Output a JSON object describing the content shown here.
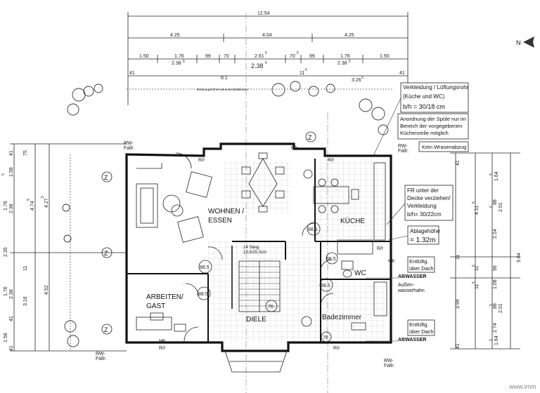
{
  "dimensions": {
    "top_total": "12.54",
    "top_row2": [
      "4.25",
      "4.04",
      "4.25"
    ],
    "top_row3": [
      "1.50",
      "1.76",
      "99",
      "70",
      "2.61",
      "70",
      "99",
      "1.76",
      "1.50"
    ],
    "top_row3_sups": [
      "5",
      "5"
    ],
    "top_row4": [
      "2.38",
      "2.38",
      "2.38"
    ],
    "top_row4_sups": [
      "5",
      "5",
      "5"
    ],
    "small_row": [
      "41",
      "8.1",
      "11",
      "41"
    ],
    "small_row_sup": "5",
    "right_top": "3.26",
    "right_top_sup": "5",
    "left_col": [
      "41",
      "75",
      "1.58",
      "1.76",
      "2.38",
      "2.35",
      "1.76",
      "2.38",
      "41",
      "1.58",
      "41"
    ],
    "left_col_sup": "5",
    "left_mid": [
      "4.74",
      "4.27",
      "4.52",
      "3.16",
      "11"
    ],
    "left_mid_sups": [
      "5",
      "5"
    ],
    "right_col": [
      "41",
      "1.64",
      "88",
      "2.01",
      "2.24",
      "11",
      "96",
      "1.08",
      "88",
      "2.01",
      "2.74",
      "1.64",
      "41"
    ],
    "right_col_sups": [
      "5",
      "5",
      "5",
      "5"
    ],
    "right_mid": [
      "4.11",
      "11",
      "3.99",
      "11",
      "9.04"
    ],
    "right_mid_sups": [
      "5",
      "5",
      "5"
    ]
  },
  "rooms": {
    "wohnen": "WOHNEN /",
    "essen": "ESSEN",
    "kueche": "KÜCHE",
    "arbeiten": "ARBEITEN/",
    "gast": "GAST",
    "diele": "DIELE",
    "bad": "Badezimmer",
    "wc": "WC"
  },
  "areas": [
    "88.5",
    "88.5",
    "88.5",
    "88.5",
    "88.5",
    "76",
    "76"
  ],
  "stair": {
    "line1": "14 Steig.",
    "line2": "19,6/25,0cm"
  },
  "symbols": {
    "zirkulation": "Z",
    "rr": "R/r",
    "hk": "HK",
    "rw": "RW-",
    "fallr": "Fallr."
  },
  "notes": {
    "verkleidung_wc": [
      "Verkleidung / Lüftungsrohr",
      "(Küche und WC)",
      "b/h = 30/18 cm"
    ],
    "spuele": [
      "Anordnung der Spüle nur im",
      "Bereich der vorgegebenen",
      "Küchenzeile möglich"
    ],
    "wrasen": "Kein Wrasenabzug",
    "fr": [
      "FR unter der",
      "Decke verziehen!",
      "Verkleidung",
      "b/h= 30/22cm"
    ],
    "ablage": [
      "Ablagehöhe",
      "= 1.32m"
    ],
    "entlueftung": [
      "Entlüftg.",
      "über Dach"
    ],
    "abwasser": "ABWASSER",
    "aussen": [
      "Außen-",
      "wasserhahn"
    ]
  },
  "plan_text": "BrüstungshöheHydrantenStabilisator",
  "north": "N",
  "watermark": "www.imm"
}
